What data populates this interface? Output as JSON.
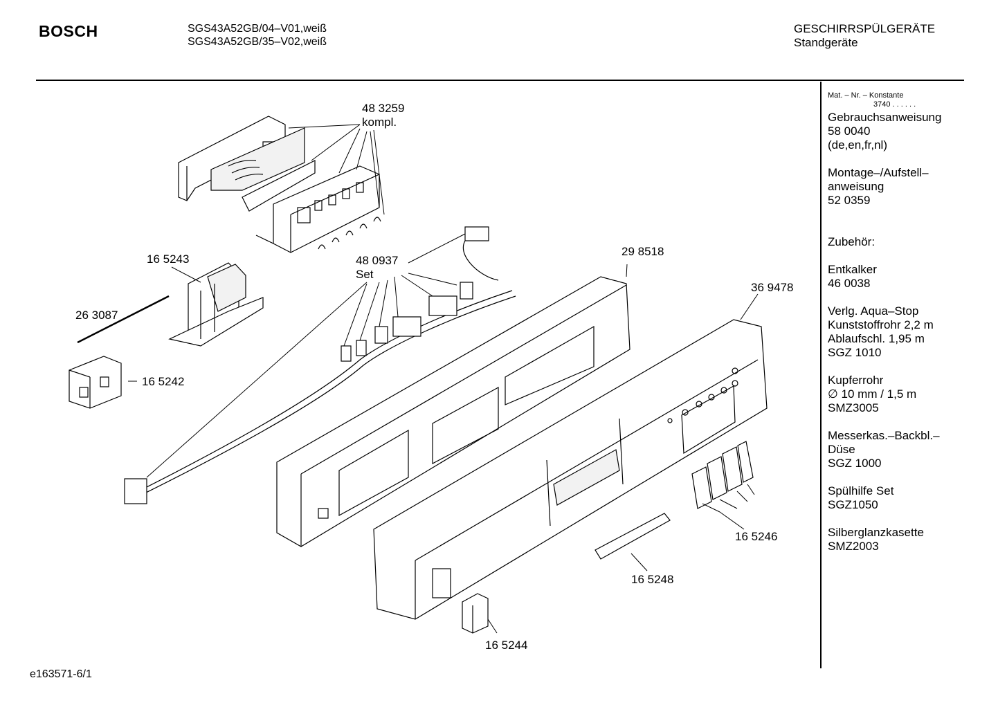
{
  "header": {
    "brand": "BOSCH",
    "models": [
      "SGS43A52GB/04–V01,weiß",
      "SGS43A52GB/35–V02,weiß"
    ],
    "category": [
      "GESCHIRRSPÜLGERÄTE",
      "Standgeräte"
    ]
  },
  "side_list": {
    "constant_label": "Mat. – Nr. – Konstante",
    "constant_value": "3740 . . . . . .",
    "items": [
      {
        "lines": [
          "Gebrauchsanweisung",
          "58 0040",
          "(de,en,fr,nl)"
        ]
      },
      {
        "lines": [
          "Montage–/Aufstell–",
          "anweisung",
          "52 0359"
        ]
      },
      {
        "lines": [
          "Zubehör:"
        ]
      },
      {
        "lines": [
          "Entkalker",
          "46 0038"
        ]
      },
      {
        "lines": [
          "Verlg. Aqua–Stop",
          "Kunststoffrohr 2,2 m",
          "Ablaufschl. 1,95 m",
          "SGZ 1010"
        ]
      },
      {
        "lines": [
          "Kupferrohr",
          "∅ 10 mm / 1,5 m",
          "SMZ3005"
        ]
      },
      {
        "lines": [
          "Messerkas.–Backbl.–",
          "Düse",
          "SGZ 1000"
        ]
      },
      {
        "lines": [
          "Spülhilfe Set",
          "SGZ1050"
        ]
      },
      {
        "lines": [
          "Silberglanzkasette",
          "SMZ2003"
        ]
      }
    ]
  },
  "part_labels": {
    "p483259": "48 3259",
    "p483259_sub": "kompl.",
    "p165243": "16 5243",
    "p263087": "26 3087",
    "p165242": "16 5242",
    "p480937": "48 0937",
    "p480937_sub": "Set",
    "p298518": "29 8518",
    "p369478": "36 9478",
    "p165246": "16 5246",
    "p165248": "16 5248",
    "p165244": "16 5244"
  },
  "footer": "e163571-6/1"
}
